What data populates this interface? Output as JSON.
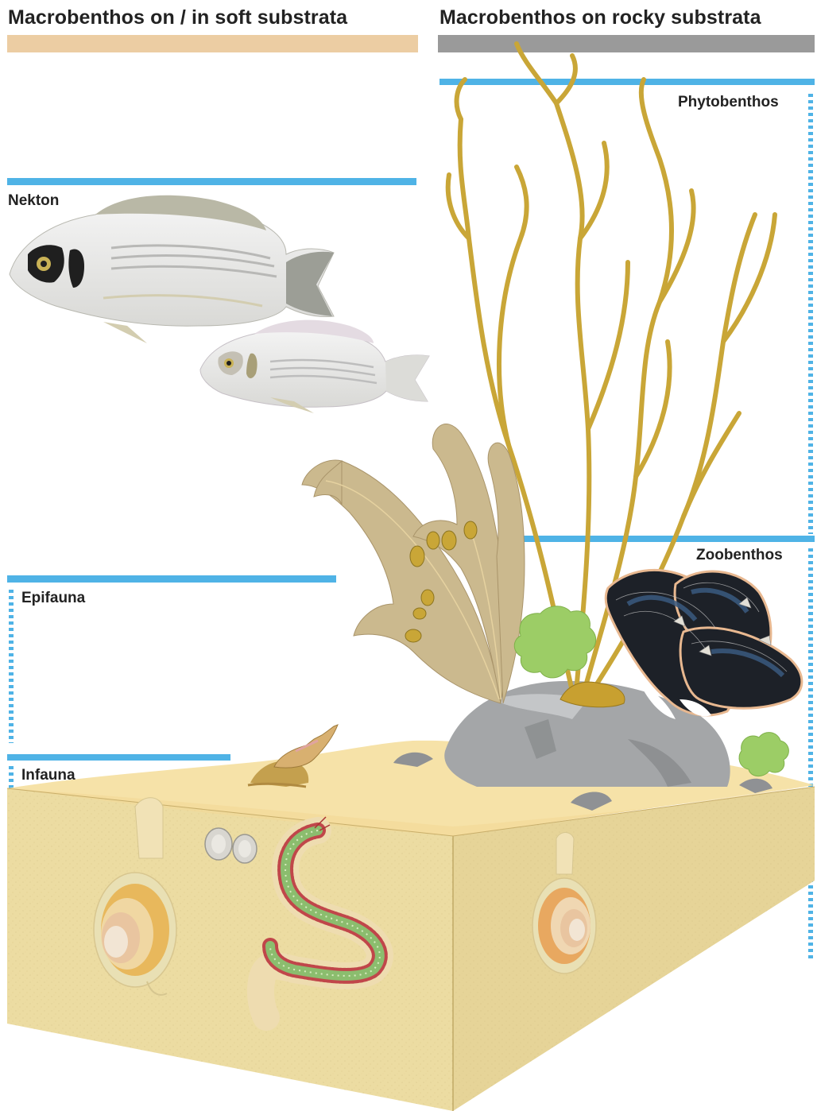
{
  "titles": {
    "soft": "Macrobenthos on / in soft substrata",
    "rocky": "Macrobenthos on rocky substrata"
  },
  "labels": {
    "nekton": "Nekton",
    "epifauna": "Epifauna",
    "infauna": "Infauna",
    "phytobenthos": "Phytobenthos",
    "zoobenthos": "Zoobenthos"
  },
  "colors": {
    "soft_bar": "#eccda3",
    "rocky_bar": "#9a9a9a",
    "zone_line": "#4fb3e6",
    "sand_top": "#f6e2a8",
    "sand_side": "#ecdca2",
    "kelp": "#c9a637",
    "bladderwrack": "#cbb98e",
    "rock": "#a4a6a8",
    "mussel": "#1d2128",
    "sea_lettuce": "#9ccd66"
  },
  "icons": [
    "sea-bream-fish-icon",
    "sea-bream-small-fish-icon",
    "kelp-icon",
    "bladderwrack-icon",
    "mussel-cluster-icon",
    "sea-lettuce-icon",
    "snail-icon",
    "clam-icon",
    "ragworm-icon",
    "rock-icon"
  ]
}
